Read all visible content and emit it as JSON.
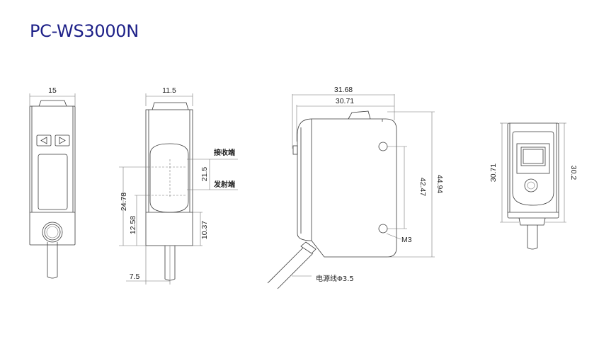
{
  "title": "PC-WS3000N",
  "colors": {
    "title": "#1d2088",
    "line": "#3a3a3a"
  },
  "front_view": {
    "width_dim": "15",
    "left_button_icon": "triangle-left-icon",
    "right_button_icon": "triangle-right-icon"
  },
  "side_view": {
    "width_dim": "11.5",
    "receiver_label": "接收端",
    "emitter_label": "发射端",
    "gap_dim": "21.5",
    "height_dim": "24.78",
    "lower_dim": "12.58",
    "bottom_dim": "10.37",
    "offset_dim": "7.5"
  },
  "profile_view": {
    "total_width_dim": "31.68",
    "body_width_dim": "30.71",
    "hole_pitch_dim": "42.47",
    "height_dim": "44.94",
    "hole_label": "M3",
    "cable_label": "电源线Φ3.5"
  },
  "rear_view": {
    "left_dim": "30.71",
    "right_dim": "30.2"
  }
}
